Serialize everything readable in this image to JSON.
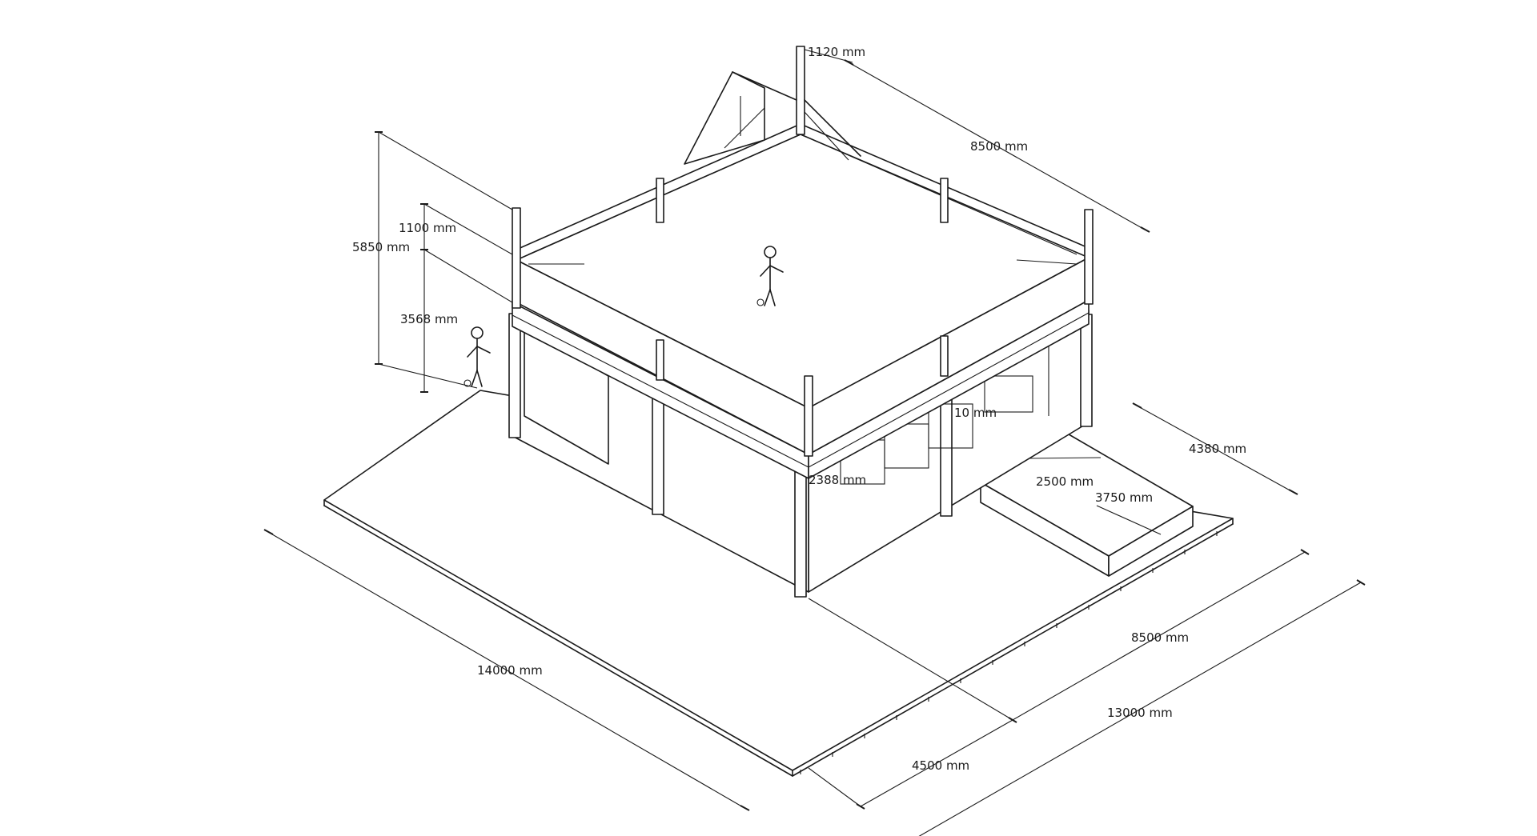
{
  "dimensions": {
    "railing_corner_post": "1120 mm",
    "deck_length_back": "8500 mm",
    "total_height": "5850 mm",
    "railing_height": "1100 mm",
    "clear_height": "3568 mm",
    "stair_width": "4380 mm",
    "inner_depth_2500": "2500 mm",
    "inner_depth_3750": "3750 mm",
    "partial_2388": "2388 mm",
    "partial_10": "10 mm",
    "platform_length": "14000 mm",
    "front_8500": "8500 mm",
    "front_13000": "13000 mm",
    "front_4500": "4500 mm"
  }
}
